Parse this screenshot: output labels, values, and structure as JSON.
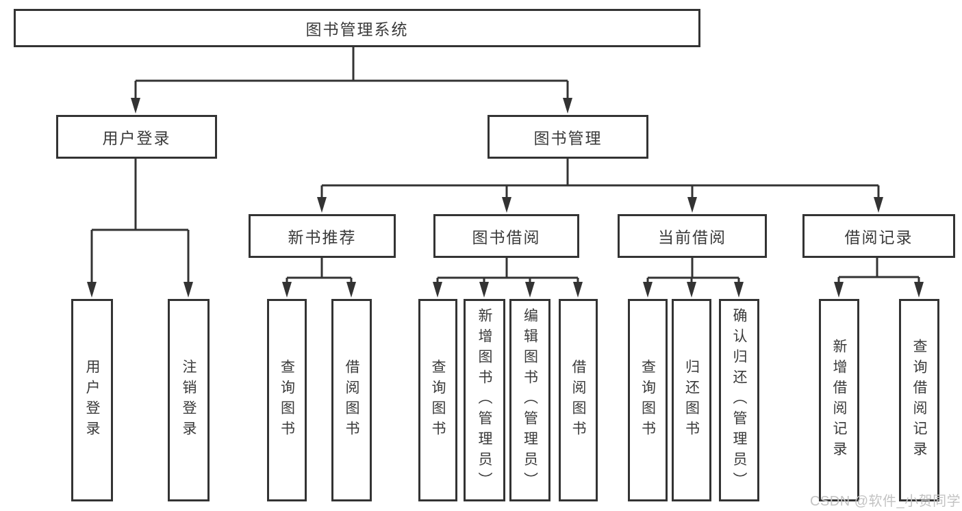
{
  "colors": {
    "line": "#333333",
    "box_border": "#333333",
    "text": "#3a3a3a",
    "watermark": "#c3c3c3",
    "background": "#ffffff"
  },
  "watermark": {
    "text": "CSDN @软件_小贺同学"
  },
  "tree": {
    "label": "图书管理系统",
    "children": [
      {
        "label": "用户登录",
        "children": [
          {
            "label": "用户登录"
          },
          {
            "label": "注销登录"
          }
        ]
      },
      {
        "label": "图书管理",
        "children": [
          {
            "label": "新书推荐",
            "children": [
              {
                "label": "查询图书"
              },
              {
                "label": "借阅图书"
              }
            ]
          },
          {
            "label": "图书借阅",
            "children": [
              {
                "label": "查询图书"
              },
              {
                "label": "新增图书（管理员）"
              },
              {
                "label": "编辑图书（管理员）"
              },
              {
                "label": "借阅图书"
              }
            ]
          },
          {
            "label": "当前借阅",
            "children": [
              {
                "label": "查询图书"
              },
              {
                "label": "归还图书"
              },
              {
                "label": "确认归还（管理员）"
              }
            ]
          },
          {
            "label": "借阅记录",
            "children": [
              {
                "label": "新增借阅记录"
              },
              {
                "label": "查询借阅记录"
              }
            ]
          }
        ]
      }
    ]
  }
}
